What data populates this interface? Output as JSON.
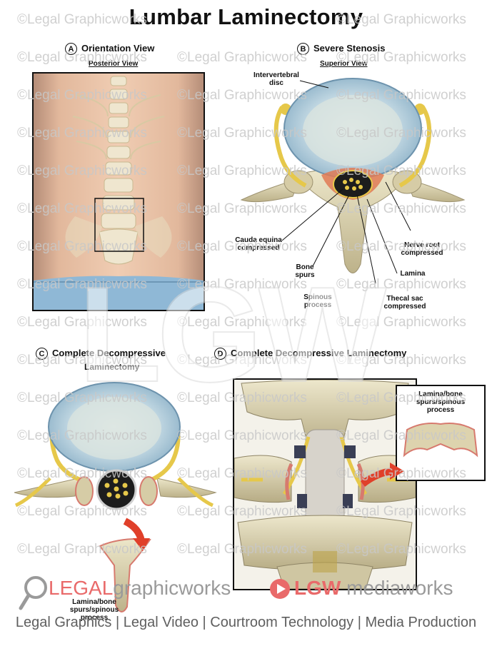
{
  "title": "Lumbar Laminectomy",
  "panels": {
    "a": {
      "letter": "A",
      "title": "Orientation View",
      "subtitle": "Posterior View"
    },
    "b": {
      "letter": "B",
      "title": "Severe Stenosis",
      "subtitle": "Superior View"
    },
    "c": {
      "letter": "C",
      "title_line1": "Complete Decompressive",
      "title_line2": "Laminectomy"
    },
    "d": {
      "letter": "D",
      "title": "Complete Decompressive Laminectomy"
    }
  },
  "labels": {
    "intervertebral_disc": [
      "Intervertebral",
      "disc"
    ],
    "cauda_equina": [
      "Cauda equina",
      "compressed"
    ],
    "nerve_root": [
      "Nerve root",
      "compressed"
    ],
    "bone_spurs": [
      "Bone",
      "spurs"
    ],
    "lamina": "Lamina",
    "spinous_process": [
      "Spinous",
      "process"
    ],
    "thecal_sac": [
      "Thecal sac",
      "compressed"
    ],
    "c_removed": [
      "Lamina/bone",
      "spurs/spinous",
      "process"
    ],
    "d_removed": [
      "Lamina/bone",
      "spurs/spinous",
      "process"
    ]
  },
  "watermark": "©Legal Graphicworks",
  "logo": {
    "legal": "LEGAL",
    "graphicworks": "graphicworks",
    "lgw": "LGW",
    "mediaworks": "mediaworks",
    "big_mark": "LGW"
  },
  "footer": "Legal Graphics | Legal Video | Courtroom Technology | Media Production",
  "colors": {
    "disc": "#a9c6d8",
    "bone": "#ddd6b4",
    "nerve": "#e6c84a",
    "skin": "#e8c1a5",
    "arrow": "#e0402a",
    "logo_red": "#e96a6a"
  }
}
